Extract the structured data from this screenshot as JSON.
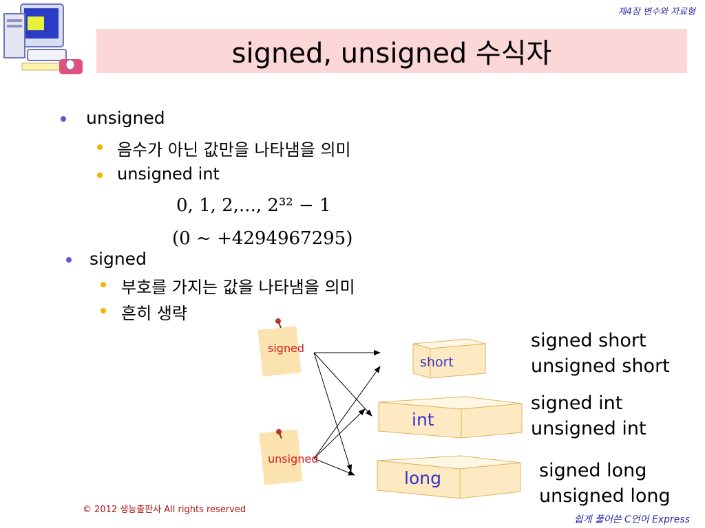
{
  "header": {
    "chapter_label": "제4장 변수와 자료형",
    "title": "signed, unsigned 수식자"
  },
  "content": {
    "unsigned": {
      "heading": "unsigned",
      "items": [
        "음수가 아닌 값만을 나타냄을 의미",
        "unsigned int"
      ],
      "range_formula": "0,  1,  2,...,  2³² − 1",
      "range_values": "(0  ~  +4294967295)"
    },
    "signed": {
      "heading": "signed",
      "items": [
        "부호를 가지는 값을 나타냄을 의미",
        "흔히 생략"
      ]
    }
  },
  "diagram": {
    "notes": {
      "signed": "signed",
      "unsigned": "unsigned"
    },
    "boxes": {
      "short": "short",
      "int": "int",
      "long": "long"
    },
    "types": {
      "short": [
        "signed short",
        "unsigned short"
      ],
      "int": [
        "signed int",
        "unsigned int"
      ],
      "long": [
        "signed long",
        "unsigned long"
      ]
    },
    "colors": {
      "note_text": "#d21c1c",
      "box_text": "#3333cc",
      "note_fill": "#fbe3b0",
      "box_fill": "#fde9c2"
    }
  },
  "footer": {
    "copyright": "© 2012 생능출판사  All rights reserved",
    "book": "쉽게 풀어쓴 C언어 Express"
  }
}
